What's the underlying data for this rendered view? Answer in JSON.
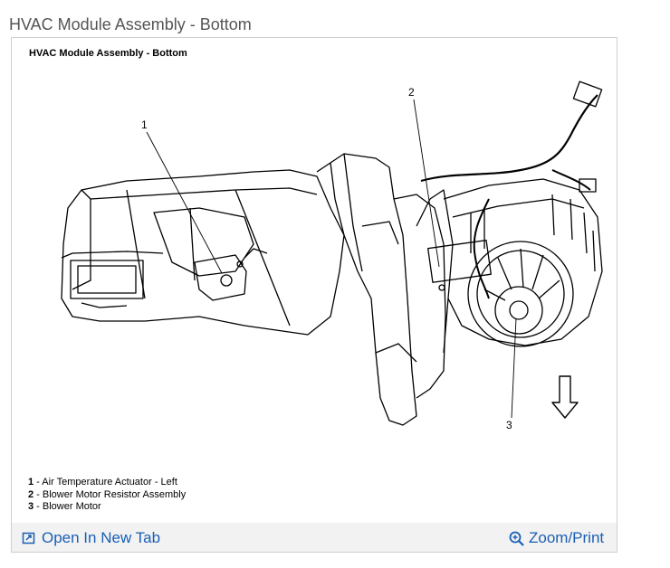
{
  "page": {
    "title": "HVAC Module Assembly - Bottom"
  },
  "figure": {
    "title": "HVAC Module Assembly - Bottom",
    "callouts": [
      "1",
      "2",
      "3"
    ]
  },
  "legend": {
    "items": [
      {
        "num": "1",
        "text": " - Air Temperature Actuator - Left"
      },
      {
        "num": "2",
        "text": " - Blower Motor Resistor Assembly"
      },
      {
        "num": "3",
        "text": " - Blower Motor"
      }
    ]
  },
  "footer": {
    "open_label": "Open In New Tab",
    "open_icon": "open-new-tab-icon",
    "zoom_label": "Zoom/Print",
    "zoom_icon": "zoom-magnifier-icon",
    "link_color": "#1a5fb4"
  }
}
